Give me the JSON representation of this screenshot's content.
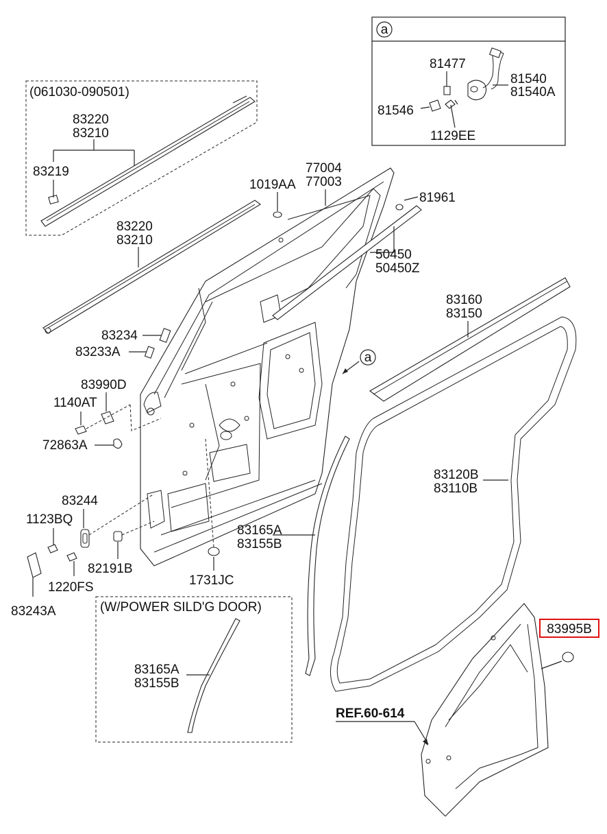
{
  "variant_boxes": {
    "date_range": "(061030-090501)",
    "power_door": "(W/POWER SILD'G DOOR)"
  },
  "detail_a": {
    "marker": "a"
  },
  "callout_marker": "a",
  "reference": "REF.60-614",
  "highlighted_part": "83995B",
  "labels": {
    "p83220_top": "83220",
    "p83210_top": "83210",
    "p83219": "83219",
    "p83220": "83220",
    "p83210": "83210",
    "p1019AA": "1019AA",
    "p77004": "77004",
    "p77003": "77003",
    "p81961": "81961",
    "p50450": "50450",
    "p50450Z": "50450Z",
    "p81477": "81477",
    "p81540": "81540",
    "p81540A": "81540A",
    "p81546": "81546",
    "p1129EE": "1129EE",
    "p83160": "83160",
    "p83150": "83150",
    "p83234": "83234",
    "p83233A": "83233A",
    "p83990D": "83990D",
    "p1140AT": "1140AT",
    "p72863A": "72863A",
    "p83120B": "83120B",
    "p83110B": "83110B",
    "p83244": "83244",
    "p1123BQ": "1123BQ",
    "p83165A": "83165A",
    "p83155B": "83155B",
    "p82191B": "82191B",
    "p1731JC": "1731JC",
    "p1220FS": "1220FS",
    "p83243A": "83243A",
    "p83165A_pw": "83165A",
    "p83155B_pw": "83155B"
  }
}
